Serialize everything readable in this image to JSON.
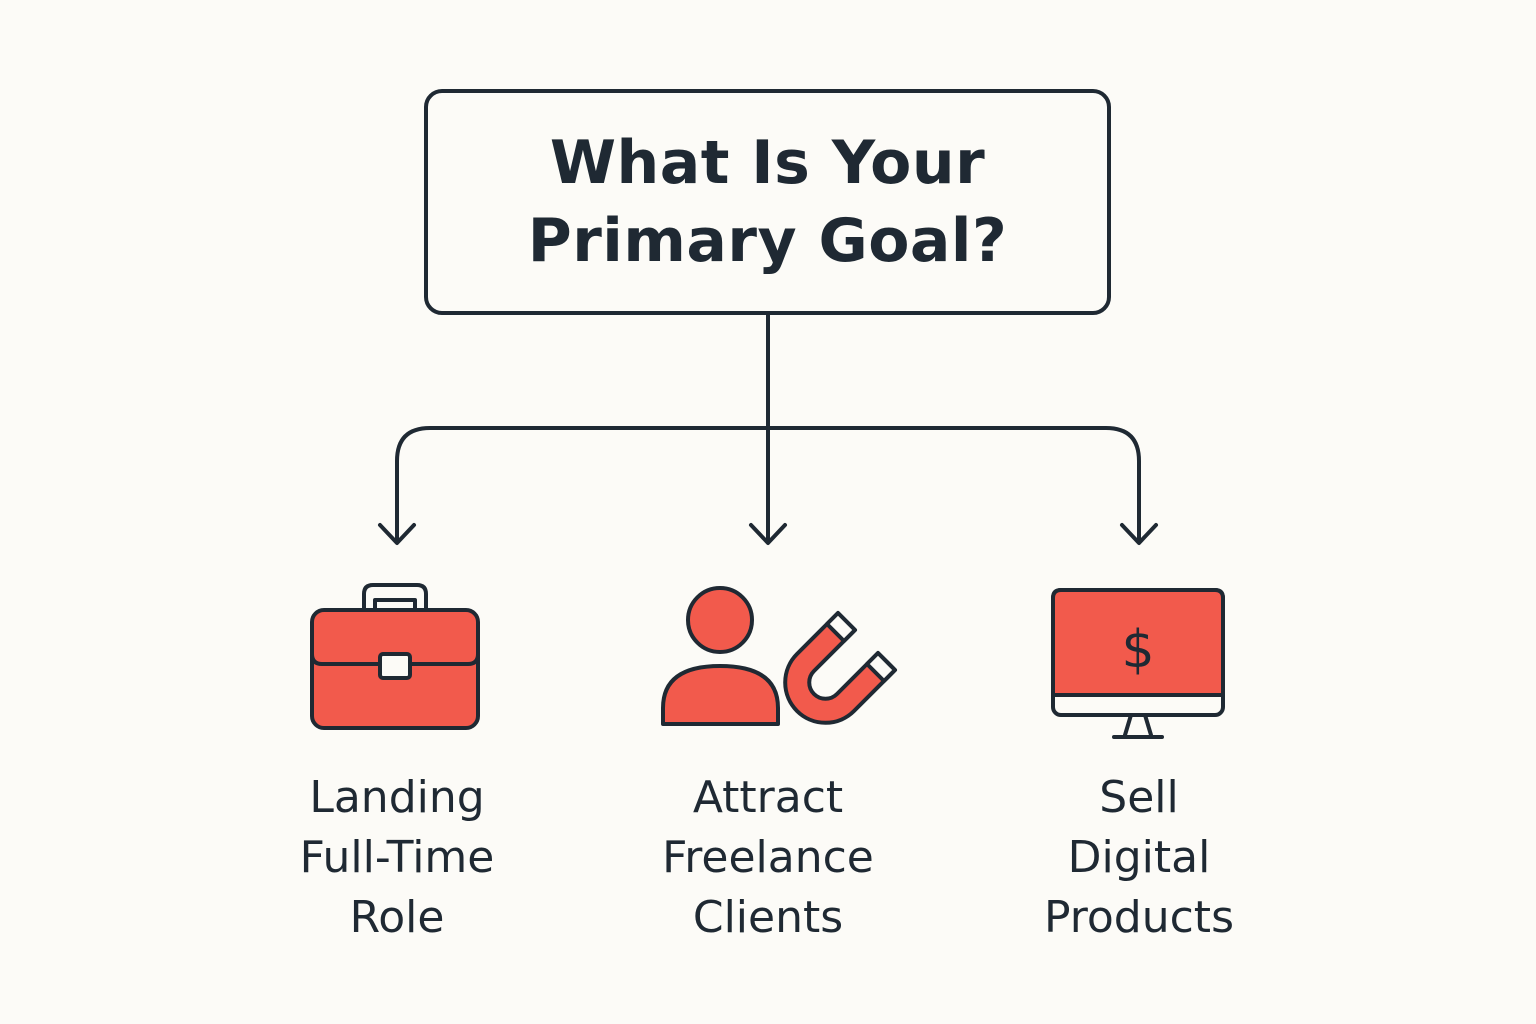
{
  "question": {
    "title": "What Is Your\nPrimary Goal?"
  },
  "options": [
    {
      "label": "Landing\nFull-Time\nRole",
      "icon": "briefcase-icon"
    },
    {
      "label": "Attract\nFreelance\nClients",
      "icon": "person-magnet-icon"
    },
    {
      "label": "Sell\nDigital\nProducts",
      "icon": "monitor-dollar-icon"
    }
  ],
  "colors": {
    "accent": "#f25a4c",
    "stroke": "#1f2933",
    "background": "#fcfbf7"
  },
  "monitor": {
    "symbol": "$"
  }
}
